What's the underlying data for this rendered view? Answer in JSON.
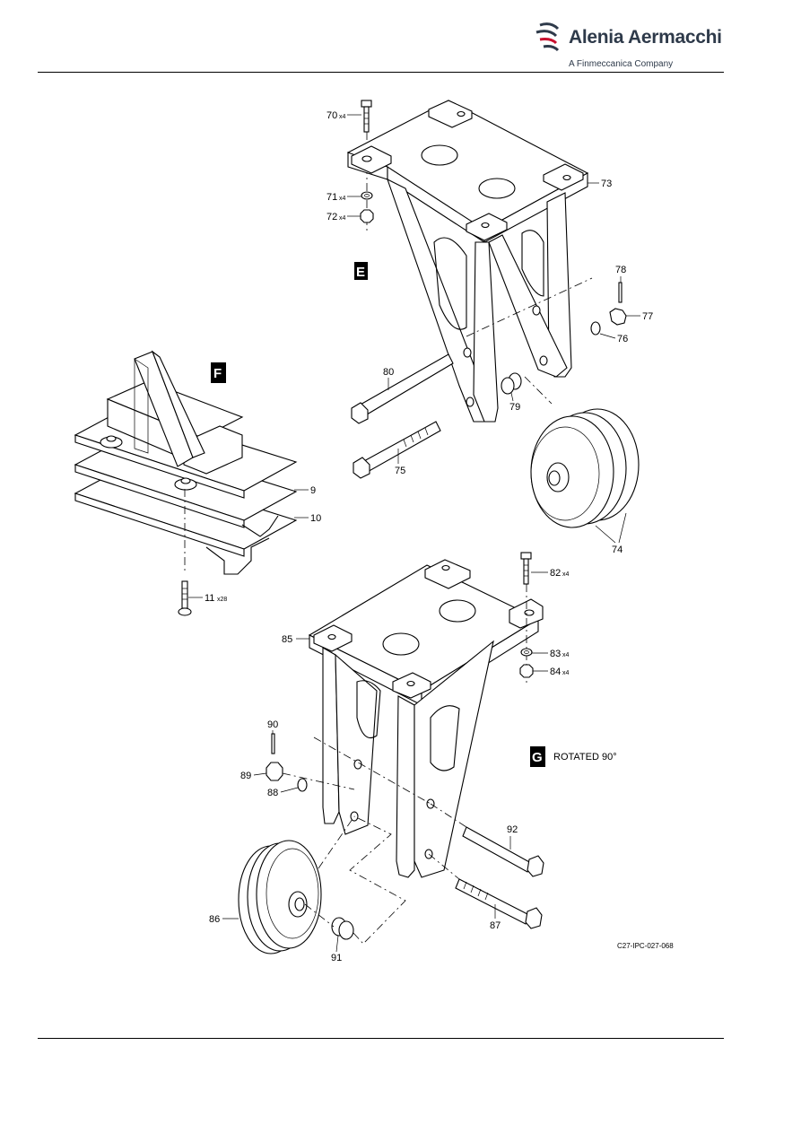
{
  "header": {
    "brand_name": "Alenia Aermacchi",
    "brand_tagline": "A Finmeccanica Company"
  },
  "views": {
    "E": "E",
    "F": "F",
    "G": "G",
    "G_note": "ROTATED 90°"
  },
  "callouts": {
    "c70": "70",
    "c70_qty": "x4",
    "c71": "71",
    "c71_qty": "x4",
    "c72": "72",
    "c72_qty": "x4",
    "c73": "73",
    "c74": "74",
    "c75": "75",
    "c76": "76",
    "c77": "77",
    "c78": "78",
    "c79": "79",
    "c80": "80",
    "c9": "9",
    "c10": "10",
    "c11": "11",
    "c11_qty": "x28",
    "c82": "82",
    "c82_qty": "x4",
    "c83": "83",
    "c83_qty": "x4",
    "c84": "84",
    "c84_qty": "x4",
    "c85": "85",
    "c86": "86",
    "c87": "87",
    "c88": "88",
    "c89": "89",
    "c90": "90",
    "c91": "91",
    "c92": "92"
  },
  "figure_ref": "C27-IPC-027-068",
  "colors": {
    "ink": "#000000",
    "logo": "#2e3a4a",
    "logo_accent": "#c8102e"
  }
}
